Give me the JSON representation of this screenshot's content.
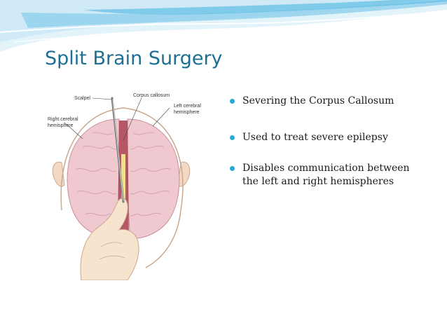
{
  "slide": {
    "title": "Split Brain Surgery",
    "bullets": [
      "Severing the Corpus Callosum",
      "Used to treat severe epilepsy",
      "Disables communication between the left and right hemispheres"
    ],
    "figure": {
      "labels": {
        "scalpel": "Scalpel",
        "corpus_callosum": "Corpus callosum",
        "right_hemisphere_1": "Right cerebral",
        "right_hemisphere_2": "hemisphere",
        "left_hemisphere_1": "Left cerebral",
        "left_hemisphere_2": "hemisphere"
      }
    },
    "colors": {
      "title": "#1d6f93",
      "bullet_dot": "#2aa9d8",
      "wave_light": "#cfeaf6",
      "wave_mid": "#8fd0ec",
      "brain": "#f0c9d0",
      "skin": "#f6e4cf"
    }
  }
}
